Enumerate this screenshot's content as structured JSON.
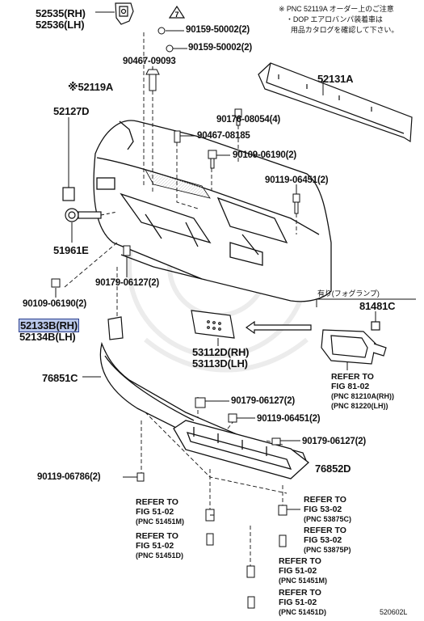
{
  "note": {
    "line1": "※ PNC 52119A オーダー上のご注意",
    "line2": "・DOP エアロバンパ装着車は",
    "line3": "用品カタログを確認して下さい。"
  },
  "labels": {
    "p52535": "52535(RH)",
    "p52536": "52536(LH)",
    "warning": "90159-50002(2)",
    "p90159b": "90159-50002(2)",
    "p90467a": "90467-09093",
    "p52119": "※52119A",
    "p52127": "52127D",
    "p52131": "52131A",
    "p90176": "90176-08054(4)",
    "p90467b": "90467-08185",
    "p90109a": "90109-06190(2)",
    "p90119a": "90119-06451(2)",
    "p51961": "51961E",
    "p90179a": "90179-06127(2)",
    "p90109b": "90109-06190(2)",
    "p52133": "52133B(RH)",
    "p52134": "52134B(LH)",
    "p53112": "53112D(RH)",
    "p53113": "53113D(LH)",
    "fog": "有り(フォグランプ)",
    "p81481": "81481C",
    "p76851": "76851C",
    "p90179b": "90179-06127(2)",
    "p90119b": "90119-06451(2)",
    "p90179c": "90179-06127(2)",
    "p76852": "76852D",
    "p90119c": "90119-06786(2)",
    "fig_code": "520602L"
  },
  "refs": {
    "fog_ref": [
      "REFER TO",
      "FIG 81-02",
      "(PNC 81210A(RH))",
      "(PNC 81220(LH))"
    ],
    "ref1": [
      "REFER TO",
      "FIG 51-02",
      "(PNC 51451M)"
    ],
    "ref2": [
      "REFER TO",
      "FIG 51-02",
      "(PNC 51451D)"
    ],
    "ref3": [
      "REFER TO",
      "FIG 53-02",
      "(PNC 53875C)"
    ],
    "ref4": [
      "REFER TO",
      "FIG 53-02",
      "(PNC 53875P)"
    ],
    "ref5": [
      "REFER TO",
      "FIG 51-02",
      "(PNC 51451M)"
    ],
    "ref6": [
      "REFER TO",
      "FIG 51-02",
      "(PNC 51451D)"
    ]
  },
  "highlight": {
    "selected_part": "52133B(RH)",
    "color": "#b9c7ea",
    "border": "#2b3f8f"
  },
  "icons": {
    "warning": "warning-triangle-icon",
    "arrow": "left-arrow-icon"
  }
}
